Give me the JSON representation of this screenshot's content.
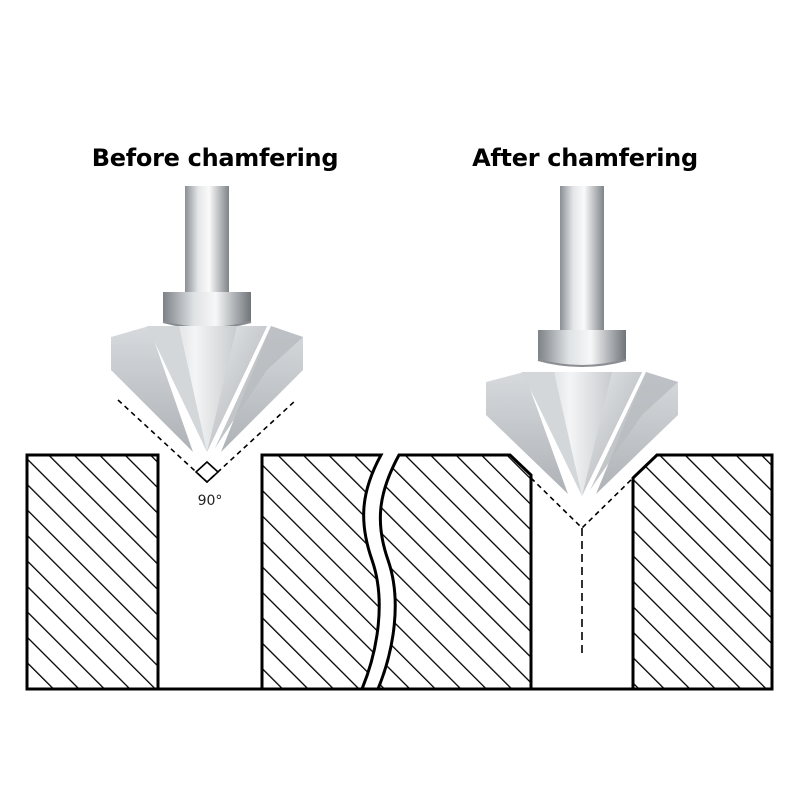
{
  "labels": {
    "before_title": "Before chamfering",
    "after_title": "After chamfering",
    "angle": "90°"
  },
  "colors": {
    "outline": "#000000",
    "hatch": "#000000",
    "background": "#ffffff",
    "steel_light": "#f2f3f4",
    "steel_mid": "#c3c6c9",
    "steel_dark": "#8c9196"
  },
  "icons": {
    "bit_before": "countersink-bit-icon",
    "bit_after": "countersink-bit-icon",
    "right_angle": "right-angle-marker-icon"
  }
}
